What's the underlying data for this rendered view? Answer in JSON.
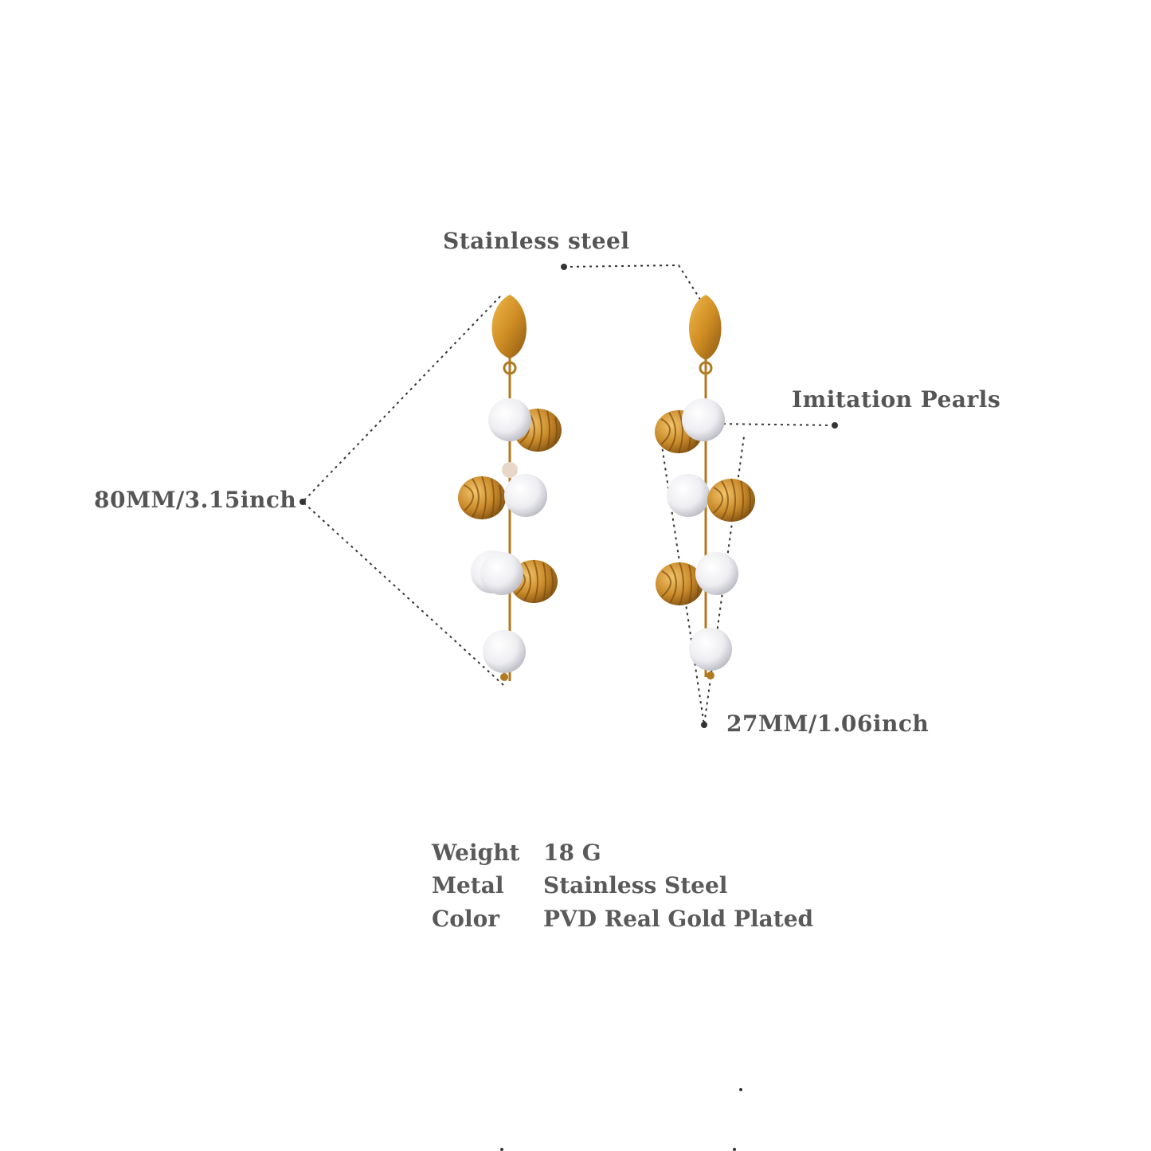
{
  "annotations": {
    "material": "Stainless steel",
    "pearls": "Imitation Pearls",
    "length": "80MM/3.15inch",
    "width": "27MM/1.06inch"
  },
  "specs": [
    {
      "key": "Weight",
      "value": "18 G"
    },
    {
      "key": "Metal",
      "value": "Stainless Steel"
    },
    {
      "key": "Color",
      "value": "PVD Real Gold Plated"
    }
  ],
  "colors": {
    "gold": "#c8892a",
    "gold_dark": "#8a5a14",
    "pearl": "#f4f4f6",
    "text": "#555555",
    "background": "#ffffff"
  }
}
